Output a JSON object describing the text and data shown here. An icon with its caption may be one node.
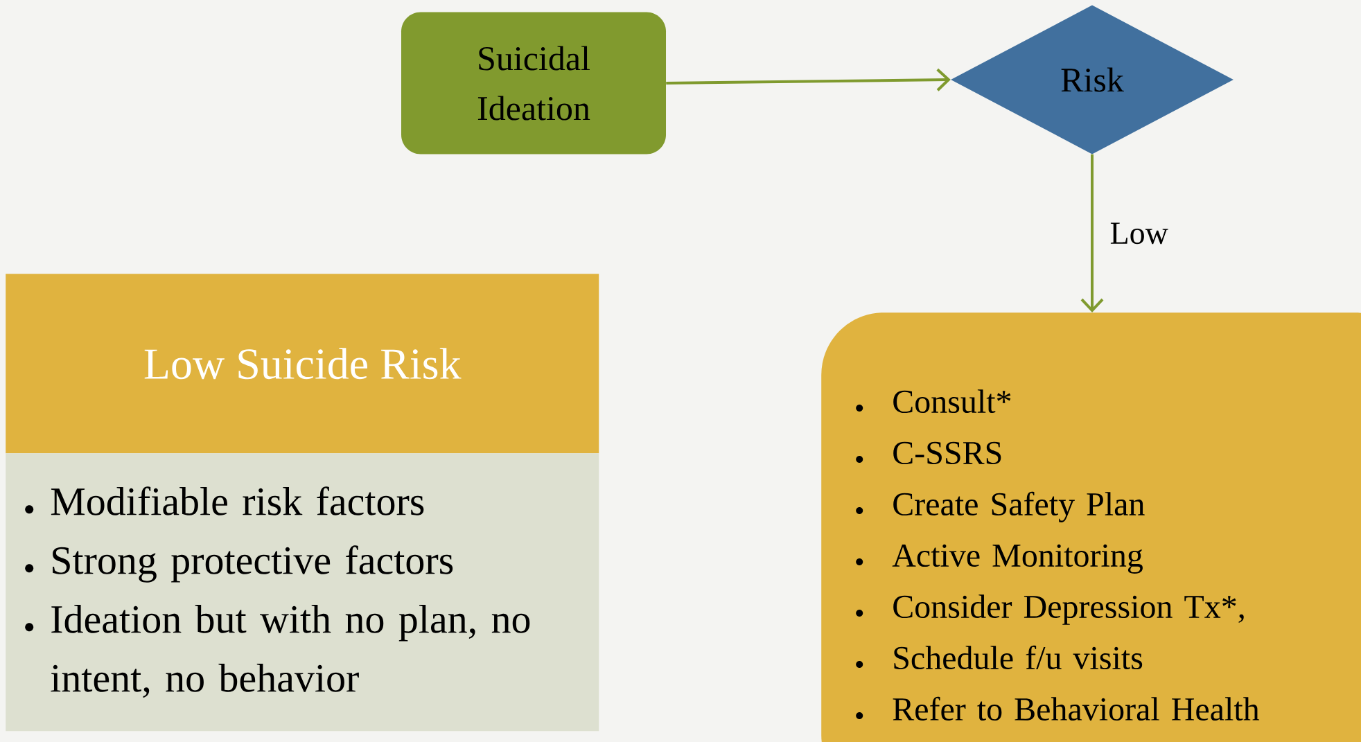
{
  "diagram": {
    "nodes": [
      {
        "text": [
          "Suicidal Ideation"
        ]
      },
      {
        "text": [
          "Risk"
        ]
      },
      {
        "text": [
          "Consult*",
          "C-SSRS",
          "Create Safety Plan",
          "Active Monitoring",
          "Consider Depression Tx*,",
          "Schedule f/u visits",
          "Refer to Behavioral Health"
        ]
      },
      {
        "text": [
          "Low Suicide Risk"
        ]
      },
      {
        "text": [
          "Modifiable risk factors",
          "Strong protective factors",
          "Ideation but with no plan, no intent, no behavior"
        ]
      }
    ],
    "edges": [
      {
        "from": 0,
        "to": 1,
        "arrow": "to"
      },
      {
        "from": 1,
        "to": 2,
        "arrow": "to",
        "label": "Low"
      }
    ]
  }
}
